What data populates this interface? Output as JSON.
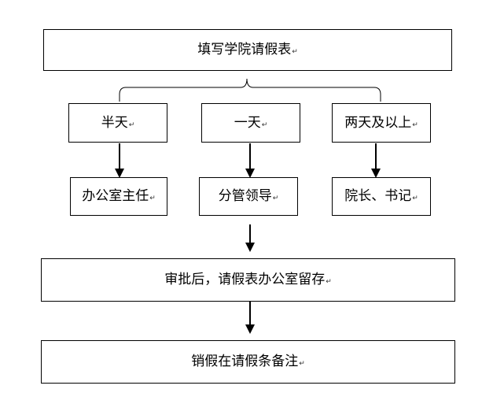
{
  "paragraph_mark": "↵",
  "nodes": {
    "top": "填写学院请假表",
    "branch_half_day": "半天",
    "branch_one_day": "一天",
    "branch_two_plus": "两天及以上",
    "approver_office": "办公室主任",
    "approver_leader": "分管领导",
    "approver_dean": "院长、书记",
    "archive": "审批后，请假表办公室留存",
    "cancel": "销假在请假条备注"
  }
}
